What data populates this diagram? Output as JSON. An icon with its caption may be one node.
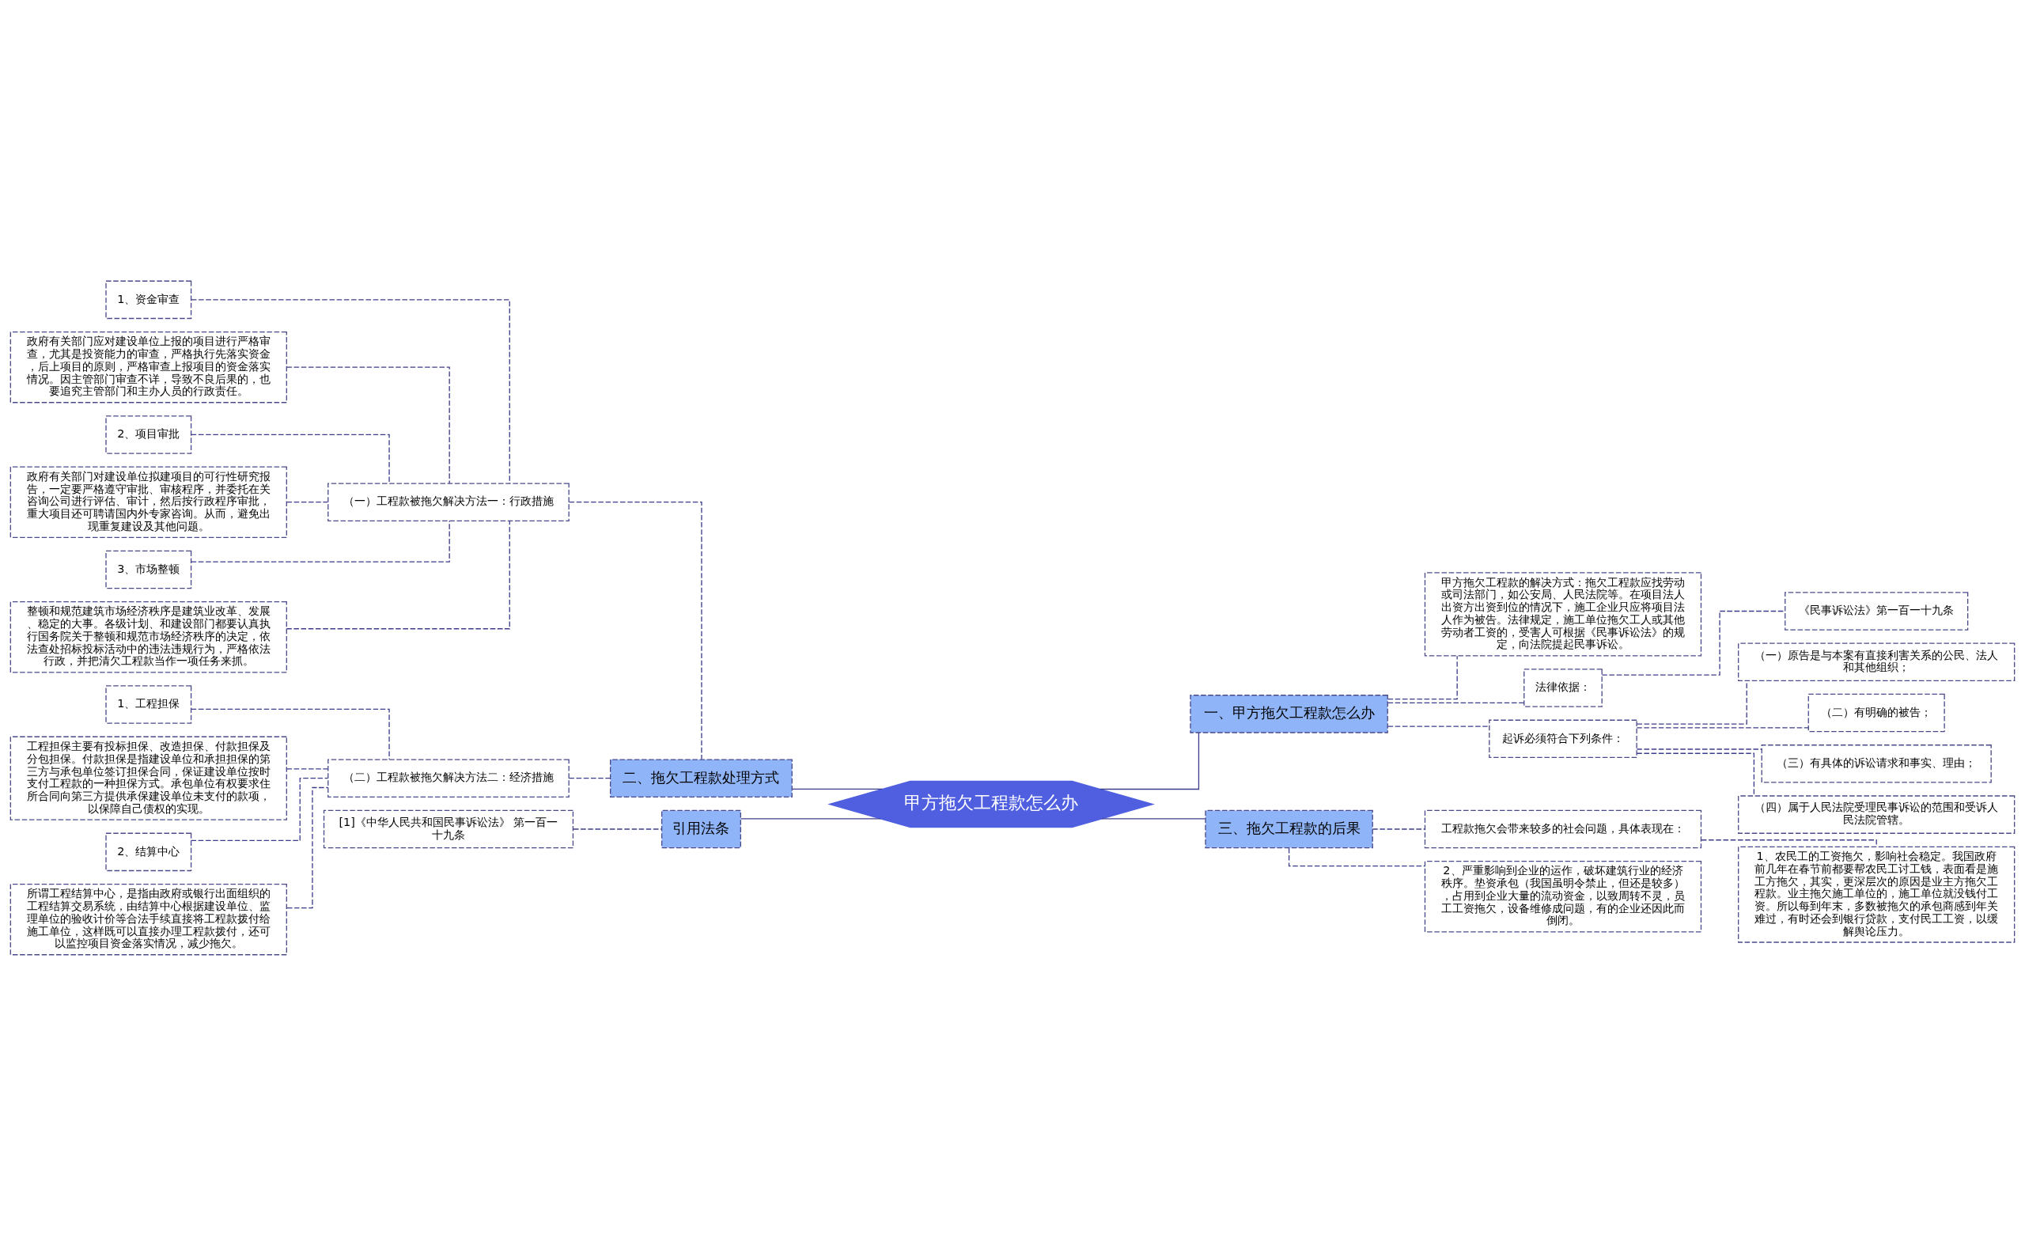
{
  "diagram": {
    "nodes": [
      {
        "text": [
          "甲方拖欠工程款怎么办"
        ]
      },
      {
        "text": [
          "一、甲方拖欠工程款怎么办"
        ]
      },
      {
        "text": [
          "甲方拖欠工程款的解决方式：拖欠工程款应找劳动或司法部门，如公安局、人民法院等。在项目法人出资方出资到位的情况下，施工企业只应将项目法人作为被告。法律规定，施工单位拖欠工人或其他劳动者工资的，受害人可根据《民事诉讼法》的规定，向法院提起民事诉讼。"
        ]
      },
      {
        "text": [
          "法律依据："
        ]
      },
      {
        "text": [
          "《民事诉讼法》第一百一十九条"
        ]
      },
      {
        "text": [
          "起诉必须符合下列条件："
        ]
      },
      {
        "text": [
          "（一）原告是与本案有直接利害关系的公民、法人和其他组织；"
        ]
      },
      {
        "text": [
          "（二）有明确的被告；"
        ]
      },
      {
        "text": [
          "（三）有具体的诉讼请求和事实、理由；"
        ]
      },
      {
        "text": [
          "（四）属于人民法院受理民事诉讼的范围和受诉人民法院管辖。"
        ]
      },
      {
        "text": [
          "二、拖欠工程款处理方式"
        ]
      },
      {
        "text": [
          "（一）工程款被拖欠解决方法一：行政措施"
        ]
      },
      {
        "text": [
          "1、资金审查"
        ]
      },
      {
        "text": [
          "政府有关部门应对建设单位上报的项目进行严格审查，尤其是投资能力的审查，严格执行先落实资金，后上项目的原则，严格审查上报项目的资金落实情况。因主管部门审查不详，导致不良后果的，也要追究主管部门和主办人员的行政责任。"
        ]
      },
      {
        "text": [
          "2、项目审批"
        ]
      },
      {
        "text": [
          "政府有关部门对建设单位拟建项目的可行性研究报告，一定要严格遵守审批、审核程序，并委托在关咨询公司进行评估、审计，然后按行政程序审批，重大项目还可聘请国内外专家咨询。从而，避免出现重复建设及其他问题。"
        ]
      },
      {
        "text": [
          "3、市场整顿"
        ]
      },
      {
        "text": [
          "整顿和规范建筑市场经济秩序是建筑业改革、发展、稳定的大事。各级计划、和建设部门都要认真执行国务院关于整顿和规范市场经济秩序的决定，依法查处招标投标活动中的违法违规行为，严格依法行政，并把清欠工程款当作一项任务来抓。"
        ]
      },
      {
        "text": [
          "（二）工程款被拖欠解决方法二：经济措施"
        ]
      },
      {
        "text": [
          "1、工程担保"
        ]
      },
      {
        "text": [
          "工程担保主要有投标担保、改造担保、付款担保及分包担保。付款担保是指建设单位和承担担保的第三方与承包单位签订担保合同，保证建设单位按时支付工程款的一种担保方式。承包单位有权要求住所合同向第三方提供承保建设单位未支付的款项，以保障自己债权的实现。"
        ]
      },
      {
        "text": [
          "2、结算中心"
        ]
      },
      {
        "text": [
          "所谓工程结算中心，是指由政府或银行出面组织的工程结算交易系统，由结算中心根据建设单位、监理单位的验收计价等合法手续直接将工程款拨付给施工单位，这样既可以直接办理工程款拨付，还可以监控项目资金落实情况，减少拖欠。"
        ]
      },
      {
        "text": [
          "三、拖欠工程款的后果"
        ]
      },
      {
        "text": [
          "工程款拖欠会带来较多的社会问题，具体表现在："
        ]
      },
      {
        "text": [
          "1、农民工的工资拖欠，影响社会稳定。我国政府前几年在春节前都要帮农民工讨工钱，表面看是施工方拖欠，其实，更深层次的原因是业主方拖欠工程款。业主拖欠施工单位的，施工单位就没钱付工资。所以每到年末，多数被拖欠的承包商感到年关难过，有时还会到银行贷款，支付民工工资，以缓解舆论压力。"
        ]
      },
      {
        "text": [
          "2、严重影响到企业的运作，破坏建筑行业的经济秩序。垫资承包（我国虽明令禁止，但还是较多），占用到企业大量的流动资金，以致周转不灵，员工工资拖欠，设备维修成问题，有的企业还因此而倒闭。"
        ]
      },
      {
        "text": [
          "引用法条"
        ]
      },
      {
        "text": [
          "[1]《中华人民共和国民事诉讼法》 第一百一十九条"
        ]
      }
    ],
    "edges": [
      {
        "from": 0,
        "to": 1,
        "arrow": "none"
      },
      {
        "from": 1,
        "to": 2,
        "arrow": "none",
        "style": "dashed"
      },
      {
        "from": 1,
        "to": 3,
        "arrow": "none",
        "style": "dashed"
      },
      {
        "from": 3,
        "to": 4,
        "arrow": "none",
        "style": "dashed"
      },
      {
        "from": 1,
        "to": 5,
        "arrow": "none",
        "style": "dashed"
      },
      {
        "from": 5,
        "to": 6,
        "arrow": "none",
        "style": "dashed"
      },
      {
        "from": 5,
        "to": 7,
        "arrow": "none",
        "style": "dashed"
      },
      {
        "from": 5,
        "to": 8,
        "arrow": "none",
        "style": "dashed"
      },
      {
        "from": 5,
        "to": 9,
        "arrow": "none",
        "style": "dashed"
      },
      {
        "from": 0,
        "to": 10,
        "arrow": "none"
      },
      {
        "from": 10,
        "to": 11,
        "arrow": "none",
        "style": "dashed"
      },
      {
        "from": 11,
        "to": 12,
        "arrow": "none",
        "style": "dashed"
      },
      {
        "from": 11,
        "to": 13,
        "arrow": "none",
        "style": "dashed"
      },
      {
        "from": 11,
        "to": 14,
        "arrow": "none",
        "style": "dashed"
      },
      {
        "from": 11,
        "to": 15,
        "arrow": "none",
        "style": "dashed"
      },
      {
        "from": 11,
        "to": 16,
        "arrow": "none",
        "style": "dashed"
      },
      {
        "from": 11,
        "to": 17,
        "arrow": "none",
        "style": "dashed"
      },
      {
        "from": 10,
        "to": 18,
        "arrow": "none",
        "style": "dashed"
      },
      {
        "from": 18,
        "to": 19,
        "arrow": "none",
        "style": "dashed"
      },
      {
        "from": 18,
        "to": 20,
        "arrow": "none",
        "style": "dashed"
      },
      {
        "from": 18,
        "to": 21,
        "arrow": "none",
        "style": "dashed"
      },
      {
        "from": 18,
        "to": 22,
        "arrow": "none",
        "style": "dashed"
      },
      {
        "from": 0,
        "to": 23,
        "arrow": "none"
      },
      {
        "from": 23,
        "to": 24,
        "arrow": "none",
        "style": "dashed"
      },
      {
        "from": 24,
        "to": 25,
        "arrow": "none",
        "style": "dashed"
      },
      {
        "from": 23,
        "to": 26,
        "arrow": "none",
        "style": "dashed"
      },
      {
        "from": 0,
        "to": 27,
        "arrow": "none"
      },
      {
        "from": 27,
        "to": 28,
        "arrow": "none",
        "style": "dashed"
      }
    ]
  }
}
